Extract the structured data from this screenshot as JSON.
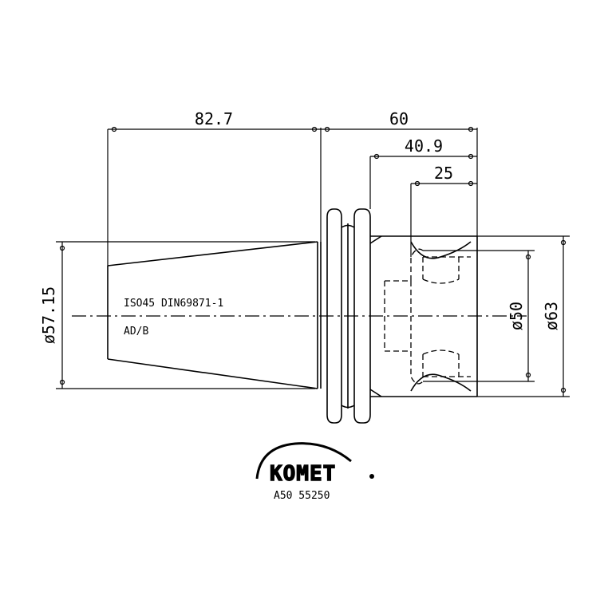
{
  "dimensions": {
    "length_total": "82.7",
    "length_flange": "60",
    "length_body": "40.9",
    "length_inner": "25",
    "dia_taper": "ø57.15",
    "dia_bore": "ø50",
    "dia_body": "ø63"
  },
  "labels": {
    "standard": "ISO45 DIN69871-1",
    "variant": "AD/B"
  },
  "logo": {
    "brand": "KOMET",
    "part_number": "A50 55250"
  }
}
